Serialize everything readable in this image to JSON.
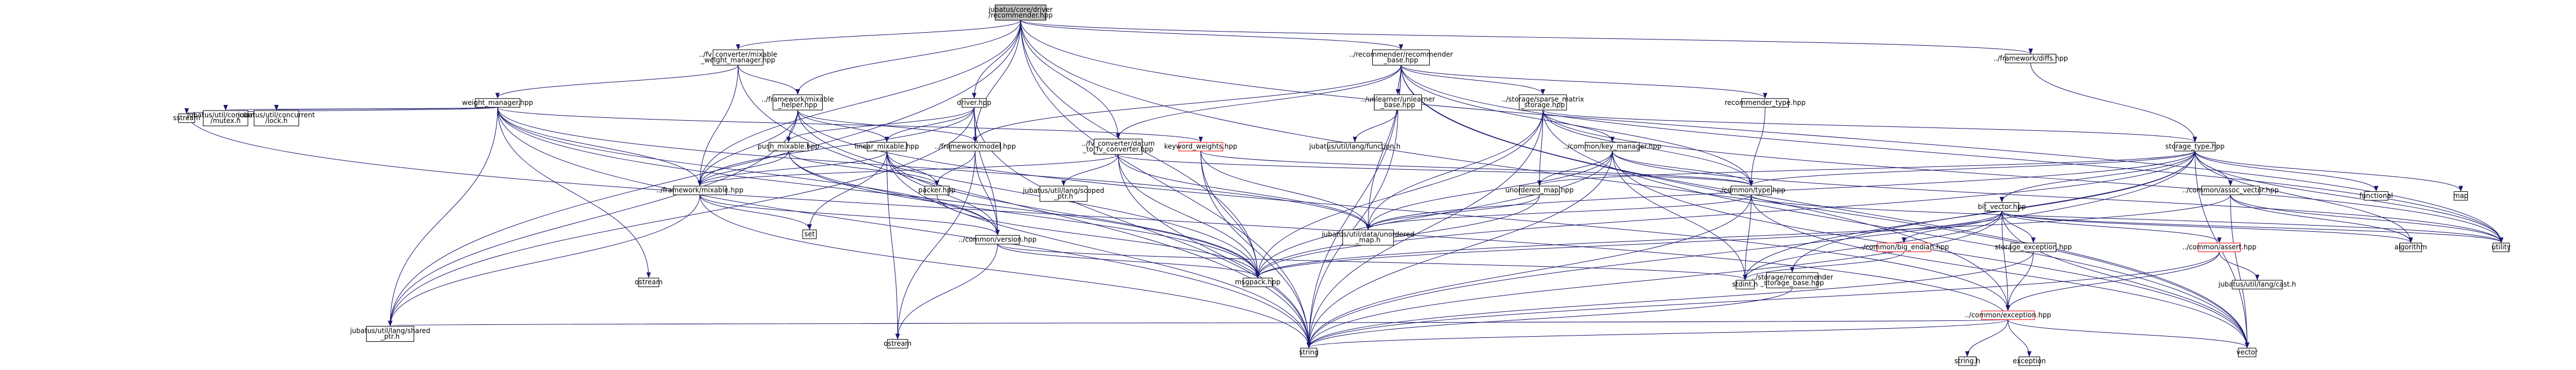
{
  "colors": {
    "edge": "#191970",
    "root_fill": "#bfbfbf",
    "missing_border": "#ff0000"
  },
  "nodes": [
    {
      "id": "root",
      "lines": [
        "jubatus/core/driver",
        "/recommender.hpp"
      ],
      "root": true
    },
    {
      "id": "fvwm",
      "lines": [
        "../fv_converter/mixable",
        "_weight_manager.hpp"
      ]
    },
    {
      "id": "recbase",
      "lines": [
        "../recommender/recommender",
        "_base.hpp"
      ]
    },
    {
      "id": "diffs",
      "lines": [
        "../framework/diffs.hpp"
      ]
    },
    {
      "id": "wm",
      "lines": [
        "weight_manager.hpp"
      ]
    },
    {
      "id": "mixhelper",
      "lines": [
        "../framework/mixable",
        "_helper.hpp"
      ]
    },
    {
      "id": "driver",
      "lines": [
        "driver.hpp"
      ]
    },
    {
      "id": "unlearner",
      "lines": [
        "../unlearner/unlearner",
        "_base.hpp"
      ]
    },
    {
      "id": "sparse",
      "lines": [
        "../storage/sparse_matrix",
        "_storage.hpp"
      ]
    },
    {
      "id": "rectype",
      "lines": [
        "recommender_type.hpp"
      ]
    },
    {
      "id": "sstream",
      "lines": [
        "sstream"
      ]
    },
    {
      "id": "mutex",
      "lines": [
        "jubatus/util/concurrent",
        "/mutex.h"
      ]
    },
    {
      "id": "lock",
      "lines": [
        "jubatus/util/concurrent",
        "/lock.h"
      ]
    },
    {
      "id": "push",
      "lines": [
        "push_mixable.hpp"
      ]
    },
    {
      "id": "linear",
      "lines": [
        "linear_mixable.hpp"
      ]
    },
    {
      "id": "model",
      "lines": [
        "../framework/model.hpp"
      ]
    },
    {
      "id": "kw",
      "lines": [
        "keyword_weights.hpp"
      ],
      "red": true
    },
    {
      "id": "datum",
      "lines": [
        "../fv_converter/datum",
        "_to_fv_converter.hpp"
      ]
    },
    {
      "id": "function",
      "lines": [
        "jubatus/util/lang/function.h"
      ]
    },
    {
      "id": "keymgr",
      "lines": [
        "../common/key_manager.hpp"
      ]
    },
    {
      "id": "stype",
      "lines": [
        "storage_type.hpp"
      ]
    },
    {
      "id": "mixable",
      "lines": [
        "../framework/mixable.hpp"
      ]
    },
    {
      "id": "packer",
      "lines": [
        "packer.hpp"
      ]
    },
    {
      "id": "scoped",
      "lines": [
        "jubatus/util/lang/scoped",
        "_ptr.h"
      ]
    },
    {
      "id": "umap",
      "lines": [
        "unordered_map.hpp"
      ]
    },
    {
      "id": "ctype",
      "lines": [
        "../common/type.hpp"
      ]
    },
    {
      "id": "assoc",
      "lines": [
        "../common/assoc_vector.hpp"
      ]
    },
    {
      "id": "functional",
      "lines": [
        "functional"
      ]
    },
    {
      "id": "map",
      "lines": [
        "map"
      ]
    },
    {
      "id": "bitvec",
      "lines": [
        "bit_vector.hpp"
      ]
    },
    {
      "id": "set",
      "lines": [
        "set"
      ]
    },
    {
      "id": "version",
      "lines": [
        "../common/version.hpp"
      ]
    },
    {
      "id": "juumap",
      "lines": [
        "jubatus/util/data/unordered",
        "_map.h"
      ]
    },
    {
      "id": "bigendian",
      "lines": [
        "../common/big_endian.hpp"
      ],
      "red": true
    },
    {
      "id": "stexc",
      "lines": [
        "storage_exception.hpp"
      ]
    },
    {
      "id": "cassert",
      "lines": [
        "../common/assert.hpp"
      ],
      "red": true
    },
    {
      "id": "algorithm",
      "lines": [
        "algorithm"
      ]
    },
    {
      "id": "utility",
      "lines": [
        "utility"
      ]
    },
    {
      "id": "cstream",
      "lines": [
        "ostream"
      ]
    },
    {
      "id": "stdint",
      "lines": [
        "stdint.h"
      ]
    },
    {
      "id": "msgpack",
      "lines": [
        "msgpack.hpp"
      ]
    },
    {
      "id": "recstorage",
      "lines": [
        "../storage/recommender",
        "_storage_base.hpp"
      ]
    },
    {
      "id": "cexc",
      "lines": [
        "../common/exception.hpp"
      ],
      "red": true
    },
    {
      "id": "cast",
      "lines": [
        "jubatus/util/lang/cast.h"
      ]
    },
    {
      "id": "shared",
      "lines": [
        "jubatus/util/lang/shared",
        "_ptr.h"
      ]
    },
    {
      "id": "iostream",
      "lines": [
        "ostream"
      ]
    },
    {
      "id": "string",
      "lines": [
        "string"
      ]
    },
    {
      "id": "stringh",
      "lines": [
        "string.h"
      ]
    },
    {
      "id": "exception",
      "lines": [
        "exception"
      ]
    },
    {
      "id": "vector",
      "lines": [
        "vector"
      ]
    }
  ]
}
